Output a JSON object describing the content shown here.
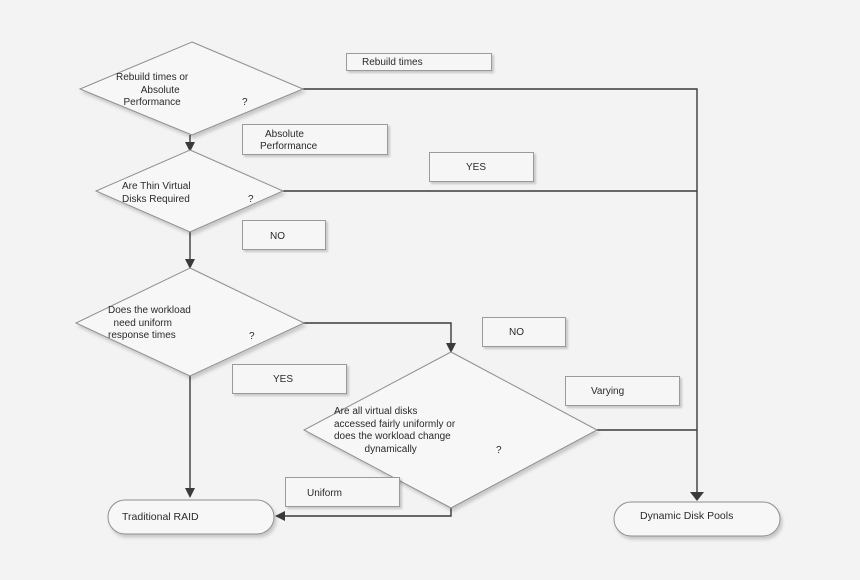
{
  "colors": {
    "background": "#f3f3f3",
    "shape_fill": "#f7f7f7",
    "shape_stroke": "#8f8f8f",
    "connector": "#3a3a3a"
  },
  "nodes": {
    "decision_performance": {
      "text": "Rebuild times or\n      Absolute\nPerformance",
      "q": "?"
    },
    "decision_thin": {
      "text": "Are Thin Virtual\nDisks Required",
      "q": "?"
    },
    "decision_workload": {
      "text": "Does the workload\n  need uniform\nresponse times",
      "q": "?"
    },
    "decision_access": {
      "text": "Are all virtual disks\naccessed fairly uniformly or\ndoes the workload change\n           dynamically",
      "q": "?"
    },
    "terminal_raid": {
      "text": "Traditional RAID"
    },
    "terminal_ddp": {
      "text": "Dynamic Disk Pools"
    }
  },
  "edge_labels": {
    "rebuild_times": "Rebuild times",
    "absolute_performance": "  Absolute\nPerformance",
    "yes_top": "YES",
    "no_top": "NO",
    "no_right": "NO",
    "yes_bottom": "YES",
    "varying": "Varying",
    "uniform": "Uniform"
  }
}
